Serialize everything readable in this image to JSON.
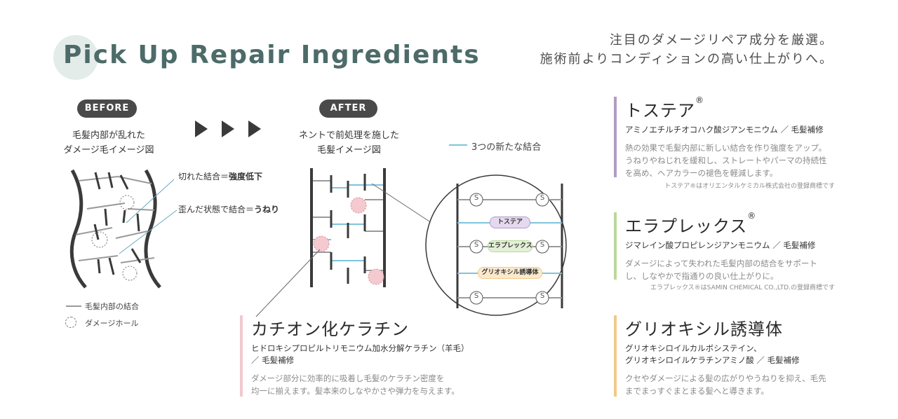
{
  "header": {
    "title": "Pick Up Repair Ingredients",
    "tagline_line1": "注目のダメージリペア成分を厳選。",
    "tagline_line2": "施術前よりコンディションの高い仕上がりへ。"
  },
  "before": {
    "label": "BEFORE",
    "caption_line1": "毛髪内部が乱れた",
    "caption_line2": "ダメージ毛イメージ図",
    "callout1_prefix": "切れた結合＝",
    "callout1_bold": "強度低下",
    "callout2_prefix": "歪んだ状態で結合＝",
    "callout2_bold": "うねり"
  },
  "after": {
    "label": "AFTER",
    "caption_line1": "ネントで前処理を施した",
    "caption_line2": "毛髪イメージ図",
    "new_bond_legend": "3つの新たな結合"
  },
  "legend": {
    "internal_bond": "毛髪内部の結合",
    "damage_hole": "ダメージホール"
  },
  "zoom": {
    "s_label": "S",
    "tag1": "トステア",
    "tag2": "エラプレックス",
    "tag3": "グリオキシル誘導体"
  },
  "colors": {
    "title": "#4c6b69",
    "new_bond": "#7fc4dc",
    "tosteare": "#b29bc7",
    "elaplex": "#b9d99b",
    "glyoxyl": "#f1c98a",
    "keratin": "#f2c8cf"
  },
  "cards": {
    "keratin": {
      "name": "カチオン化ケラチン",
      "sub_line1": "ヒドロキシプロピルトリモニウム加水分解ケラチン（羊毛）",
      "sub_line2": "／ 毛髪補修",
      "desc_line1": "ダメージ部分に効率的に吸着し毛髪のケラチン密度を",
      "desc_line2": "均一に揃えます。髪本来のしなやかさや弾力を与えます。"
    },
    "tosteare": {
      "name": "トステア",
      "reg": "®",
      "sub": "アミノエチルチオコハク酸ジアンモニウム ／ 毛髪補修",
      "desc_line1": "熱の効果で毛髪内部に新しい結合を作り強度をアップ。",
      "desc_line2": "うねりやねじれを緩和し、ストレートやパーマの持続性",
      "desc_line3": "を高め、ヘアカラーの褪色を軽減します。",
      "note": "トステア®はオリエンタルケミカル株式会社の登録商標です"
    },
    "elaplex": {
      "name": "エラプレックス",
      "reg": "®",
      "sub": "ジマレイン酸プロピレンジアンモニウム ／ 毛髪補修",
      "desc_line1": "ダメージによって失われた毛髪内部の結合をサポート",
      "desc_line2": "し、しなやかで指通りの良い仕上がりに。",
      "note": "エラプレックス®はSAMIN CHEMICAL CO.,LTD.の登録商標です"
    },
    "glyoxyl": {
      "name": "グリオキシル誘導体",
      "sub_line1": "グリオキシロイルカルボシステイン、",
      "sub_line2": "グリオキシロイルケラチンアミノ酸 ／ 毛髪補修",
      "desc_line1": "クセやダメージによる髪の広がりやうねりを抑え、毛先",
      "desc_line2": "までまっすぐまとまる髪へと導きます。"
    }
  }
}
